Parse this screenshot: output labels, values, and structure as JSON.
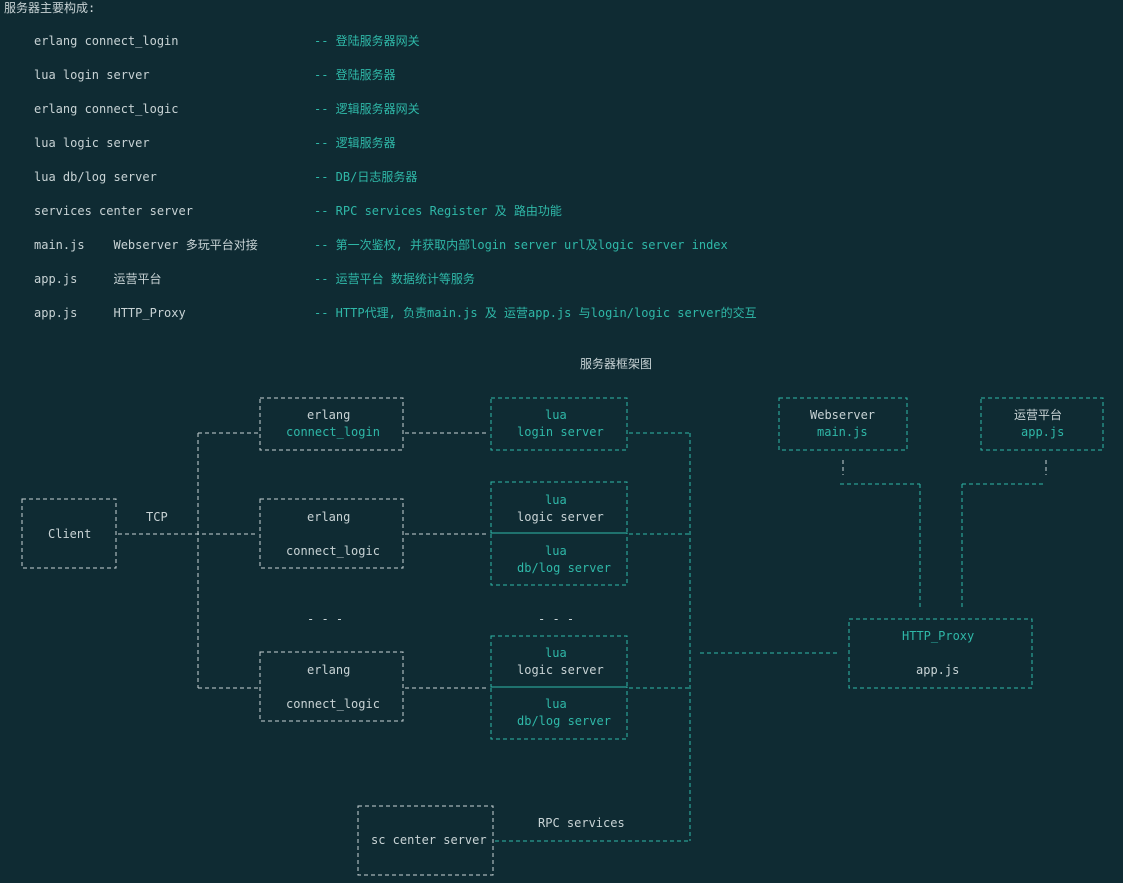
{
  "heading": "服务器主要构成:",
  "components": [
    {
      "name": "erlang connect_login",
      "desc": "-- 登陆服务器网关"
    },
    {
      "name": "lua login server",
      "desc": "-- 登陆服务器"
    },
    {
      "name": "erlang connect_logic",
      "desc": "-- 逻辑服务器网关"
    },
    {
      "name": "lua logic server",
      "desc": "-- 逻辑服务器"
    },
    {
      "name": "lua db/log server",
      "desc": "-- DB/日志服务器"
    },
    {
      "name": "services center server",
      "desc": "-- RPC services Register 及 路由功能"
    },
    {
      "name": "main.js    Webserver 多玩平台对接",
      "desc": "-- 第一次鉴权, 并获取内部login server url及logic server index"
    },
    {
      "name": "app.js     运营平台",
      "desc": "-- 运营平台 数据统计等服务"
    },
    {
      "name": "app.js     HTTP_Proxy",
      "desc": "-- HTTP代理, 负责main.js 及 运营app.js 与login/logic server的交互"
    }
  ],
  "diagram": {
    "title": "服务器框架图",
    "labels": {
      "client": "Client",
      "tcp": "TCP",
      "erlang": "erlang",
      "connect_login": "connect_login",
      "connect_logic": "connect_logic",
      "lua": "lua",
      "login_server": "login server",
      "logic_server": "logic server",
      "dblog_server": "db/log server",
      "ellipsis": "- - -",
      "webserver": "Webserver",
      "main_js": "main.js",
      "ops_platform": "运营平台",
      "app_js": "app.js",
      "http_proxy": "HTTP_Proxy",
      "sc_center": "sc center server",
      "rpc_services": "RPC services"
    }
  }
}
